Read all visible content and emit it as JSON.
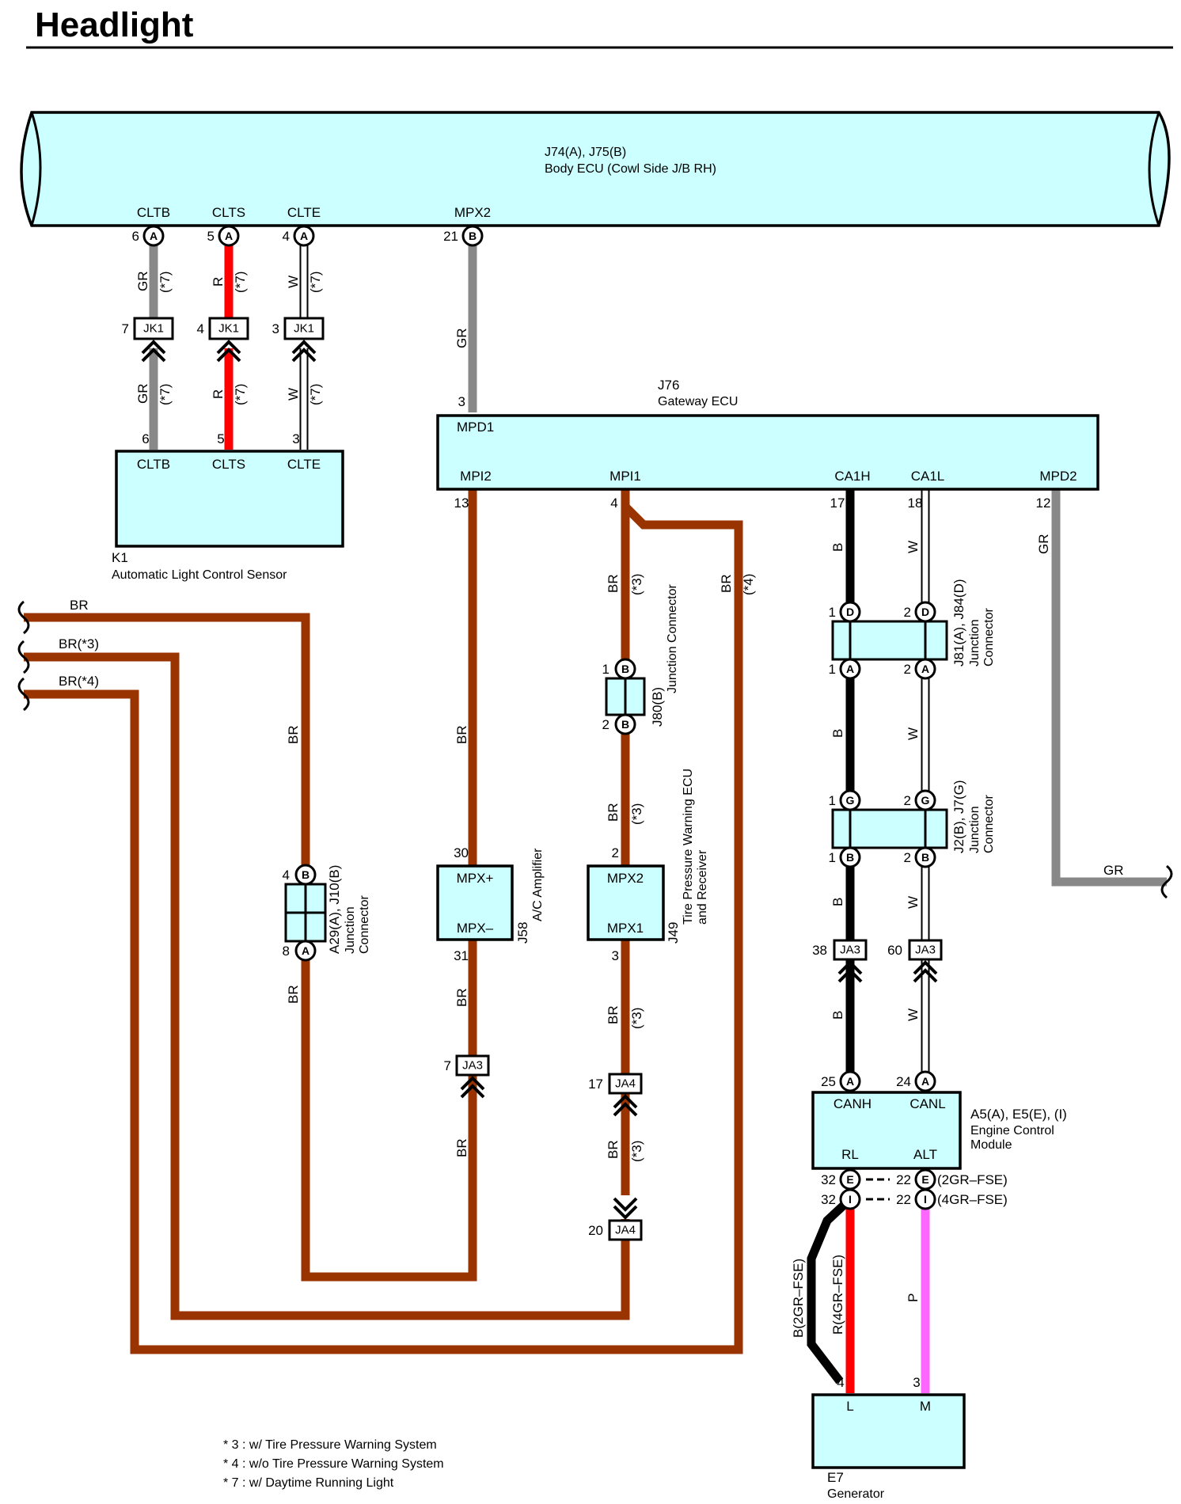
{
  "page_title": "Headlight",
  "components": {
    "body_ecu": {
      "code": "J74(A), J75(B)",
      "name": "Body ECU (Cowl Side J/B RH)",
      "terminals": [
        "CLTB",
        "CLTS",
        "CLTE",
        "MPX2"
      ]
    },
    "gateway_ecu": {
      "code": "J76",
      "name": "Gateway ECU",
      "terminals": [
        "MPD1",
        "MPI2",
        "MPI1",
        "CA1H",
        "CA1L",
        "MPD2"
      ]
    },
    "light_sensor": {
      "code": "K1",
      "name": "Automatic Light Control Sensor",
      "terminals": [
        "CLTB",
        "CLTS",
        "CLTE"
      ]
    },
    "ac_amplifier": {
      "code": "J58",
      "name": "A/C Amplifier",
      "terminals": [
        "MPX+",
        "MPX–"
      ]
    },
    "tpms_ecu": {
      "code": "J49",
      "name_line1": "Tire Pressure Warning ECU",
      "name_line2": "and Receiver",
      "terminals": [
        "MPX2",
        "MPX1"
      ]
    },
    "ecm": {
      "code": "A5(A), E5(E), (I)",
      "name_line1": "Engine Control",
      "name_line2": "Module",
      "terminals": [
        "CANH",
        "CANL",
        "RL",
        "ALT"
      ]
    },
    "generator": {
      "code": "E7",
      "name": "Generator",
      "terminals": [
        "L",
        "M"
      ]
    },
    "jc_a29": {
      "code": "A29(A), J10(B)",
      "name_line1": "Junction",
      "name_line2": "Connector"
    },
    "jc_j80": {
      "code": "J80(B)",
      "name": "Junction Connector"
    },
    "jc_j81": {
      "code": "J81(A), J84(D)",
      "name_line1": "Junction",
      "name_line2": "Connector"
    },
    "jc_j2": {
      "code": "J2(B), J7(G)",
      "name_line1": "Junction",
      "name_line2": "Connector"
    }
  },
  "pin_labels": {
    "bodyecu_pins": [
      "6",
      "5",
      "4",
      "21"
    ],
    "bodyecu_conn": [
      "A",
      "A",
      "A",
      "B"
    ],
    "jk1_pins": [
      "7",
      "4",
      "3"
    ],
    "jk1": "JK1",
    "k1_pins": [
      "6",
      "5",
      "3"
    ],
    "gw_pins": [
      "3",
      "13",
      "4",
      "17",
      "18",
      "12"
    ],
    "a29_pins": [
      "4",
      "8"
    ],
    "a29_conn": [
      "B",
      "A"
    ],
    "j80_pins": [
      "1",
      "2"
    ],
    "j80_conn": [
      "B",
      "B"
    ],
    "j81_pins": [
      "1",
      "2",
      "1",
      "2"
    ],
    "j81_conn": [
      "D",
      "D",
      "A",
      "A"
    ],
    "j2_pins": [
      "1",
      "2",
      "1",
      "2"
    ],
    "j2_conn": [
      "G",
      "G",
      "B",
      "B"
    ],
    "ac_pins": [
      "30",
      "31"
    ],
    "tpms_pins": [
      "2",
      "3"
    ],
    "ja3": "JA3",
    "ja4": "JA4",
    "ja3_pins": [
      "7",
      "38",
      "60"
    ],
    "ja4_pins": [
      "17",
      "20"
    ],
    "ecm_pins_top": [
      "25",
      "24"
    ],
    "ecm_conn_top": [
      "A",
      "A"
    ],
    "ecm_rl": [
      "32",
      "32"
    ],
    "ecm_alt": [
      "22",
      "22"
    ],
    "ecm_conn_rl": [
      "E",
      "I"
    ],
    "ecm_conn_alt": [
      "E",
      "I"
    ],
    "ecm_variants": [
      "(2GR–FSE)",
      "(4GR–FSE)"
    ],
    "gen_pins": [
      "4",
      "3"
    ]
  },
  "wire_labels": {
    "gr": "GR",
    "r": "R",
    "w": "W",
    "br": "BR",
    "b": "B",
    "p": "P",
    "n7": "(*7)",
    "n3": "(*3)",
    "n4": "(*4)",
    "br_n3": "BR(*3)",
    "br_n4": "BR(*4)",
    "b_2gr": "B(2GR–FSE)",
    "r_4gr": "R(4GR–FSE)"
  },
  "footnotes": [
    "* 3 : w/ Tire Pressure Warning System",
    "* 4 : w/o Tire Pressure Warning System",
    "* 7 : w/ Daytime Running Light"
  ],
  "colors": {
    "br": "#993300",
    "gr": "#888888",
    "r": "#ff0000",
    "b": "#000000",
    "p": "#ff66ff",
    "component_fill": "#ccffff"
  }
}
